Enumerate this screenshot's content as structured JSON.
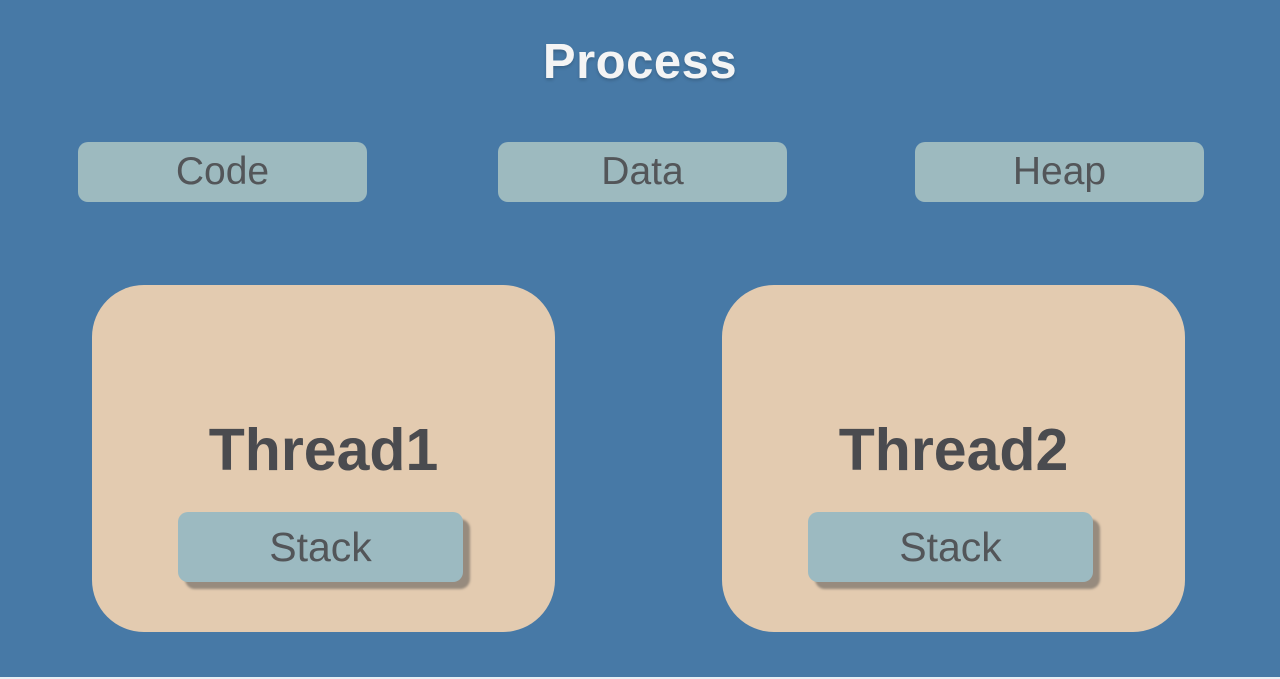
{
  "title": "Process",
  "colors": {
    "background": "#4779A6",
    "memory_box": "#9DBABF",
    "thread_box": "#E3CBB0",
    "stack_box": "#9CBAC1",
    "title_text": "#F4F4F4",
    "label_text": "#535659",
    "thread_text": "#4A4B4F"
  },
  "memory_segments": [
    {
      "label": "Code"
    },
    {
      "label": "Data"
    },
    {
      "label": "Heap"
    }
  ],
  "threads": [
    {
      "label": "Thread1",
      "stack_label": "Stack"
    },
    {
      "label": "Thread2",
      "stack_label": "Stack"
    }
  ]
}
